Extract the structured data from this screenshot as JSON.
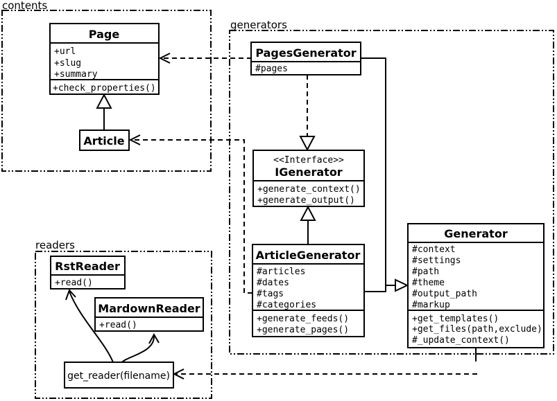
{
  "packages": {
    "contents": {
      "label": "contents"
    },
    "generators": {
      "label": "generators"
    },
    "readers": {
      "label": "readers"
    }
  },
  "classes": {
    "page": {
      "name": "Page",
      "attributes": [
        "+url",
        "+slug",
        "+summary"
      ],
      "methods": [
        "+check_properties()"
      ]
    },
    "article": {
      "name": "Article"
    },
    "pages_generator": {
      "name": "PagesGenerator",
      "attributes": [
        "#pages"
      ]
    },
    "igenerator": {
      "stereotype": "<<Interface>>",
      "name": "IGenerator",
      "methods": [
        "+generate_context()",
        "+generate_output()"
      ]
    },
    "article_generator": {
      "name": "ArticleGenerator",
      "attributes": [
        "#articles",
        "#dates",
        "#tags",
        "#categories"
      ],
      "methods": [
        "+generate_feeds()",
        "+generate_pages()"
      ]
    },
    "generator": {
      "name": "Generator",
      "attributes": [
        "#context",
        "#settings",
        "#path",
        "#theme",
        "#output_path",
        "#markup"
      ],
      "methods": [
        "+get_templates()",
        "+get_files(path,exclude)",
        "#_update_context()"
      ]
    },
    "rst_reader": {
      "name": "RstReader",
      "methods": [
        "+read()"
      ]
    },
    "mardown_reader": {
      "name": "MardownReader",
      "methods": [
        "+read()"
      ]
    },
    "get_reader": {
      "name": "get_reader(filename)"
    }
  },
  "relationships": [
    {
      "from": "PagesGenerator",
      "to": "Page",
      "type": "dependency"
    },
    {
      "from": "ArticleGenerator",
      "to": "Article",
      "type": "dependency"
    },
    {
      "from": "PagesGenerator",
      "to": "IGenerator",
      "type": "realization"
    },
    {
      "from": "ArticleGenerator",
      "to": "IGenerator",
      "type": "generalization"
    },
    {
      "from": "PagesGenerator",
      "to": "Generator",
      "type": "generalization"
    },
    {
      "from": "ArticleGenerator",
      "to": "Generator",
      "type": "generalization"
    },
    {
      "from": "Article",
      "to": "Page",
      "type": "generalization"
    },
    {
      "from": "get_reader(filename)",
      "to": "RstReader",
      "type": "association"
    },
    {
      "from": "get_reader(filename)",
      "to": "MardownReader",
      "type": "association"
    },
    {
      "from": "Generator",
      "to": "get_reader(filename)",
      "type": "dependency"
    }
  ],
  "colors": {
    "line": "#000000",
    "background": "#ffffff"
  }
}
